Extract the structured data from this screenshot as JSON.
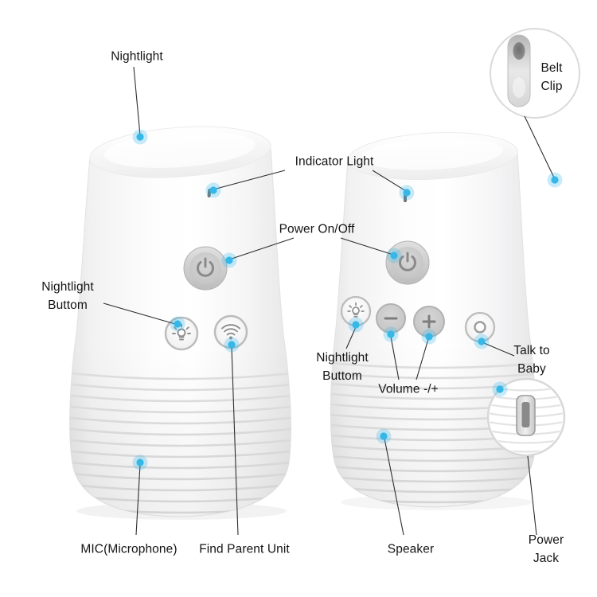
{
  "diagram": {
    "type": "product-annotation",
    "product": "baby monitor parent and baby units feature callouts",
    "accent_color": "#35b8e8",
    "labels": {
      "nightlight_top": "Nightlight",
      "belt_clip": "Belt Clip",
      "indicator_light": "Indicator Light",
      "power_on_off": "Power On/Off",
      "nightlight_buttom_left": "Nightlight\nButtom",
      "mic": "MIC(Microphone)",
      "find_parent_unit": "Find Parent Unit",
      "nightlight_buttom_right": "Nightlight\nButtom",
      "volume": "Volume -/+",
      "talk_to_baby": "Talk to Baby",
      "speaker": "Speaker",
      "power_jack": "Power Jack"
    },
    "icons": {
      "power": "power-symbol",
      "nightlight": "bulb-with-rays",
      "find_parent": "wifi-signal",
      "volume_down": "minus",
      "volume_up": "plus",
      "talk": "ring",
      "belt_clip": "clip",
      "power_jack": "dc-jack",
      "callout": "blue-dot-marker"
    }
  }
}
